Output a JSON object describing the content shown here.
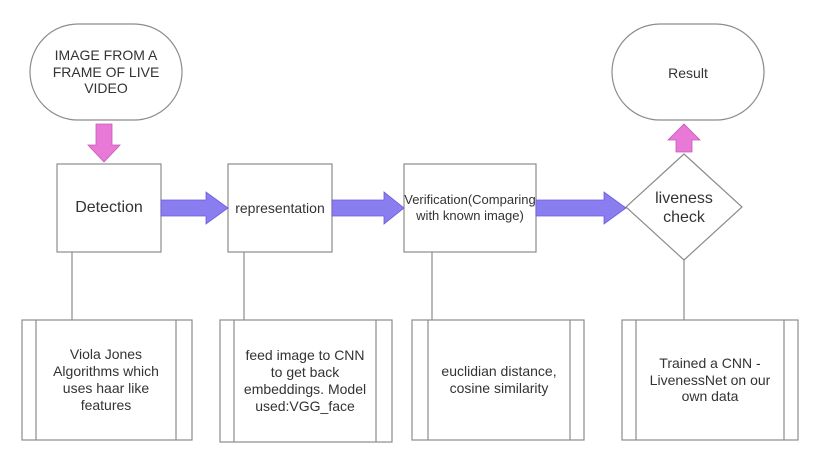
{
  "diagram": {
    "start_node": "IMAGE FROM A FRAME OF LIVE VIDEO",
    "steps": {
      "detection": "Detection",
      "representation": "representation",
      "verification": "Verification(Comparing with known image)",
      "liveness": "liveness check"
    },
    "result": "Result",
    "notes": {
      "detection": "Viola Jones Algorithms which uses haar like features",
      "representation": "feed image to CNN to get back embeddings. Model used:VGG_face",
      "verification": "euclidian distance, cosine similarity",
      "liveness": "Trained a CNN - LivenessNet on our own data"
    }
  },
  "colors": {
    "flow_arrow": "#8a7df0",
    "io_arrow": "#e879d6",
    "stroke": "#8c8c8c"
  }
}
